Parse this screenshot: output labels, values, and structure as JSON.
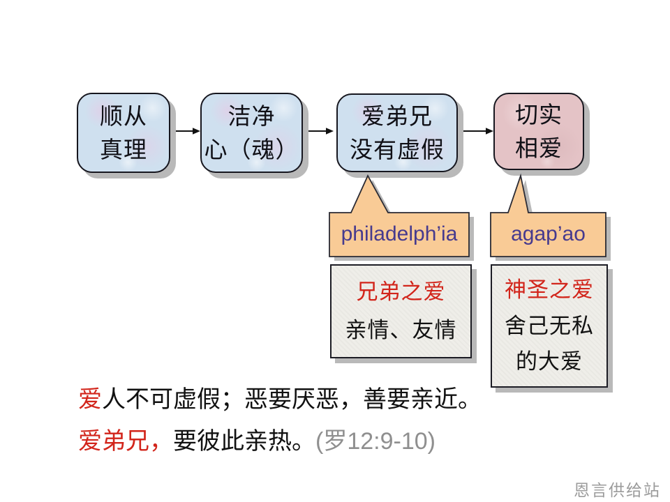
{
  "page": {
    "watermark": "恩言供给站"
  },
  "flow": {
    "boxes": [
      {
        "lines": [
          "顺从",
          "真理"
        ],
        "fill": "blue"
      },
      {
        "lines": [
          "洁净",
          "心（魂）"
        ],
        "fill": "blue"
      },
      {
        "lines": [
          "爱弟兄",
          "没有虚假"
        ],
        "fill": "blue"
      },
      {
        "lines": [
          "切实",
          "相爱"
        ],
        "fill": "pink"
      }
    ]
  },
  "callouts": [
    {
      "label": "philadelph’ia"
    },
    {
      "label": "agap’ao"
    }
  ],
  "definitions": [
    {
      "title": "兄弟之爱",
      "lines": [
        "亲情、友情"
      ]
    },
    {
      "title": "神圣之爱",
      "lines": [
        "舍己无私",
        "的大爱"
      ]
    }
  ],
  "verse": {
    "line1_red": "爱",
    "line1_black": "人不可虚假；恶要厌恶，善要亲近。",
    "line2_red": "爱弟兄，",
    "line2_black": "要彼此亲热。",
    "line2_ref": "(罗12:9-10)"
  },
  "colors": {
    "box_blue": "#cfe0ef",
    "box_pink": "#e4c3c6",
    "callout_fill": "#f9cb96",
    "callout_text": "#463a8e",
    "text_red": "#d2251b",
    "ref_gray": "#8f8f8f",
    "watermark_gray": "#9b9b9b",
    "shadow_gray": "#b9b9b9"
  }
}
